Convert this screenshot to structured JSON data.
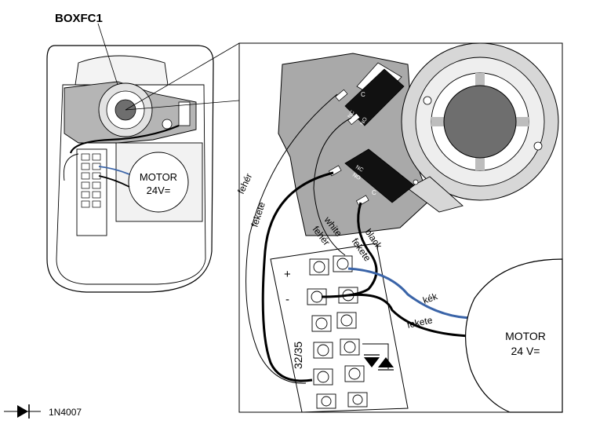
{
  "labels": {
    "model": "BOXFC1",
    "motor_small_line1": "MOTOR",
    "motor_small_line2": "24V=",
    "motor_large_line1": "MOTOR",
    "motor_large_line2": "24 V=",
    "diode_legend": "1N4007",
    "plus": "+",
    "minus": "-",
    "terminal_range": "32/35"
  },
  "switches": {
    "upper": {
      "c": "C",
      "nc": "NC",
      "no": "NO"
    },
    "lower": {
      "nc": "NC",
      "no": "NO",
      "c": "C"
    }
  },
  "wires": {
    "feher_left": "fehér",
    "fekete_left": "fekete",
    "white": "white",
    "feher_mid": "fehér",
    "black": "black",
    "fekete_mid": "fekete",
    "kek": "kék",
    "fekete_motor": "fekete"
  },
  "colors": {
    "blue_wire": "#3a64a8",
    "plate_gray": "#a9a9a9",
    "ring_gray": "#d7d7d7",
    "hub_gray": "#6e6e6e"
  }
}
